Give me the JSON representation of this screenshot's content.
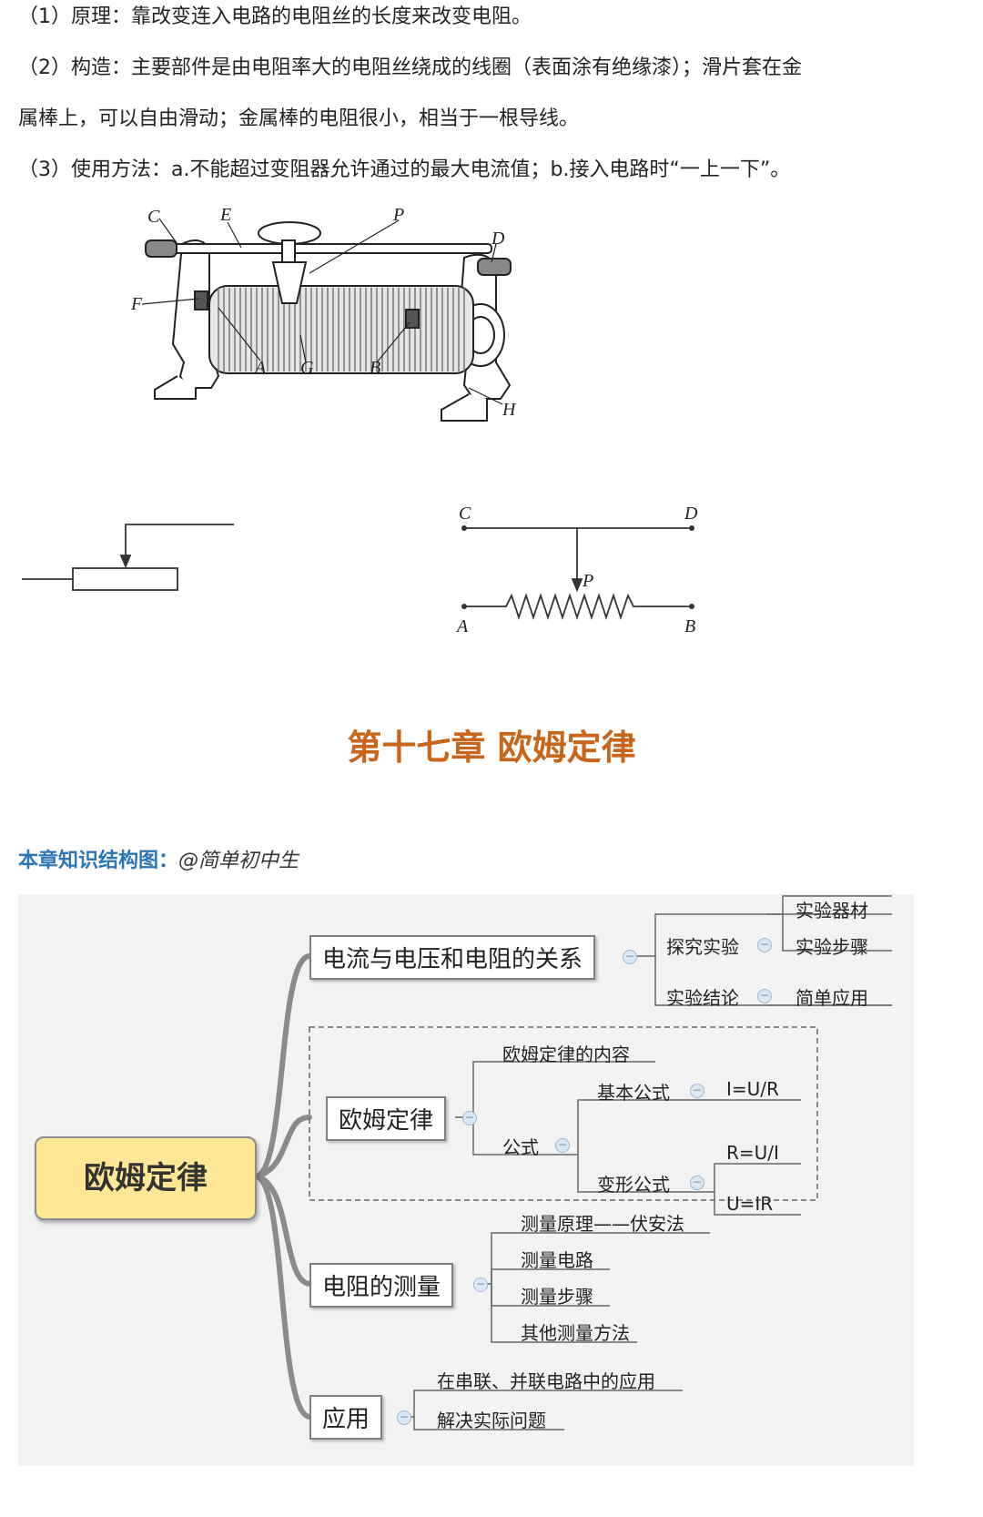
{
  "intro": {
    "line1": "（1）原理：靠改变连入电路的电阻丝的长度来改变电阻。",
    "line2a": "（2）构造：主要部件是由电阻率大的电阻丝绕成的线圈（表面涂有绝缘漆）；滑片套在金",
    "line2b": "属棒上，可以自由滑动；金属棒的电阻很小，相当于一根导线。",
    "line3": "（3）使用方法：a.不能超过变阻器允许通过的最大电流值；b.接入电路时“一上一下”。"
  },
  "figure": {
    "labels": [
      "C",
      "E",
      "P",
      "D",
      "F",
      "A",
      "G",
      "B",
      "H"
    ]
  },
  "circuit": {
    "labels": {
      "c": "C",
      "d": "D",
      "p": "P",
      "a": "A",
      "b": "B"
    }
  },
  "chapter": {
    "title": "第十七章 欧姆定律"
  },
  "mindmap": {
    "label": "本章知识结构图：",
    "credit": "@简单初中生",
    "root": "欧姆定律",
    "b1": {
      "title": "电流与电压和电阻的关系",
      "explore": "探究实验",
      "equipment": "实验器材",
      "steps": "实验步骤",
      "conclusion": "实验结论",
      "simple_app": "简单应用"
    },
    "b2": {
      "title": "欧姆定律",
      "content": "欧姆定律的内容",
      "formula": "公式",
      "basic": "基本公式",
      "basic_eq": "I=U/R",
      "variant": "变形公式",
      "var_eq1": "R=U/I",
      "var_eq2": "U=IR"
    },
    "b3": {
      "title": "电阻的测量",
      "principle": "测量原理——伏安法",
      "circuit": "测量电路",
      "steps": "测量步骤",
      "other": "其他测量方法"
    },
    "b4": {
      "title": "应用",
      "series_parallel": "在串联、并联电路中的应用",
      "practical": "解决实际问题"
    }
  }
}
